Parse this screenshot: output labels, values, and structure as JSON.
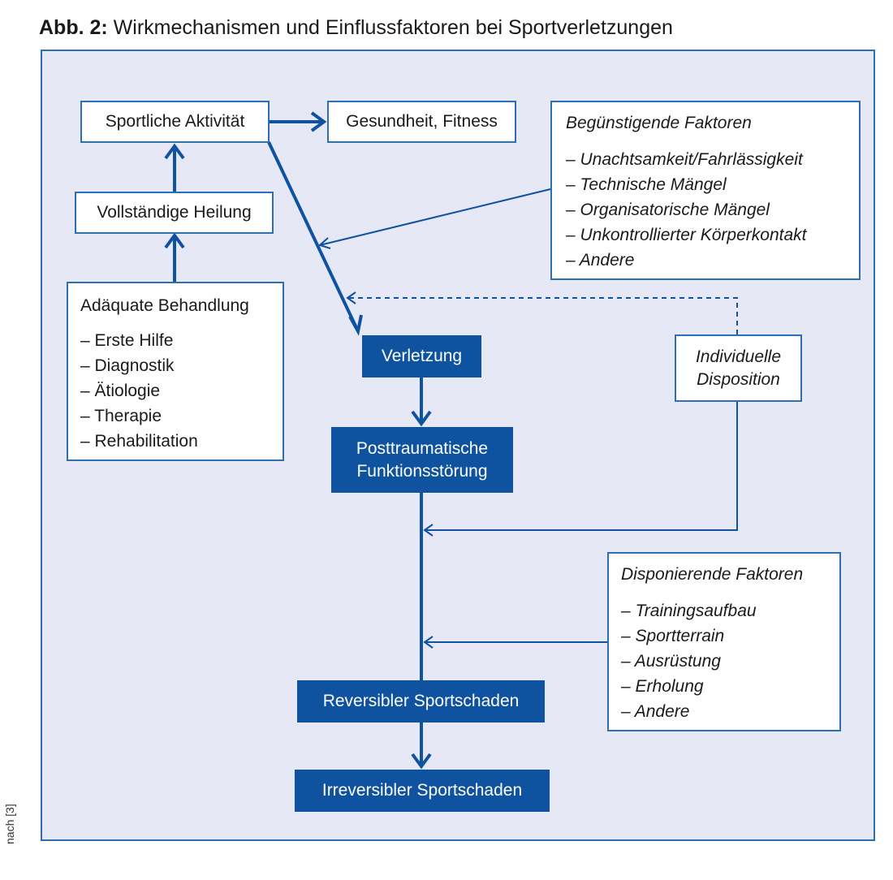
{
  "title": {
    "prefix": "Abb. 2:",
    "text": "Wirkmechanismen und Einflussfaktoren bei Sportverletzungen"
  },
  "nodes": {
    "sportliche_aktivitaet": "Sportliche Aktivität",
    "gesundheit_fitness": "Gesundheit, Fitness",
    "vollstaendige_heilung": "Vollständige Heilung",
    "adaequate_behandlung": {
      "heading": "Adäquate Behandlung",
      "items": [
        "– Erste Hilfe",
        "– Diagnostik",
        "– Ätiologie",
        "– Therapie",
        "– Rehabilitation"
      ]
    },
    "beguenstigende_faktoren": {
      "heading": "Begünstigende Faktoren",
      "items": [
        "– Unachtsamkeit/Fahrlässigkeit",
        "– Technische Mängel",
        "– Organisatorische Mängel",
        "– Unkontrollierter Körperkontakt",
        "– Andere"
      ]
    },
    "verletzung": "Verletzung",
    "posttraumatische": {
      "line1": "Posttraumatische",
      "line2": "Funktionsstörung"
    },
    "individuelle_disposition": {
      "line1": "Individuelle",
      "line2": "Disposition"
    },
    "disponierende_faktoren": {
      "heading": "Disponierende Faktoren",
      "items": [
        "– Trainingsaufbau",
        "– Sportterrain",
        "– Ausrüstung",
        "– Erholung",
        "– Andere"
      ]
    },
    "reversibler": "Reversibler Sportschaden",
    "irreversibler": "Irreversibler Sportschaden"
  },
  "source_note": "nach [3]",
  "colors": {
    "primary": "#0e52a0",
    "border": "#2e6fb0",
    "background": "#e6e8f5"
  }
}
